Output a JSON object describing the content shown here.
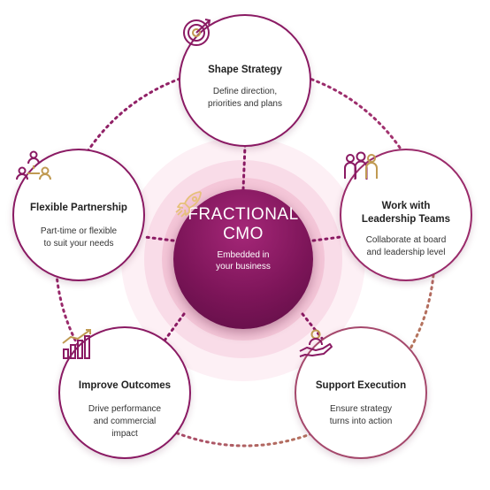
{
  "center": {
    "line1": "FRACTIONAL",
    "line2": "CMO",
    "sub1": "Embedded in",
    "sub2": "your business",
    "icon": "rocket-icon"
  },
  "nodes": [
    {
      "id": "shape-strategy",
      "icon": "target-icon",
      "title1": "Shape Strategy",
      "title2": "",
      "desc1": "Define direction,",
      "desc2": "priorities and plans",
      "desc3": ""
    },
    {
      "id": "leadership",
      "icon": "team-icon",
      "title1": "Work with",
      "title2": "Leadership Teams",
      "desc1": "Collaborate at board",
      "desc2": "and leadership level",
      "desc3": ""
    },
    {
      "id": "support-execution",
      "icon": "helping-hand-icon",
      "title1": "Support Execution",
      "title2": "",
      "desc1": "Ensure strategy",
      "desc2": "turns into action",
      "desc3": ""
    },
    {
      "id": "improve-outcomes",
      "icon": "growth-chart-icon",
      "title1": "Improve Outcomes",
      "title2": "",
      "desc1": "Drive performance",
      "desc2": "and commercial",
      "desc3": "impact"
    },
    {
      "id": "flexible-partnership",
      "icon": "network-people-icon",
      "title1": "Flexible Partnership",
      "title2": "",
      "desc1": "Part-time or flexible",
      "desc2": "to suit your needs",
      "desc3": ""
    }
  ],
  "colors": {
    "primary": "#8a1a63",
    "gold": "#c09a52",
    "halo_outer": "#fbe7ef",
    "halo_inner": "#f6cfdf"
  }
}
